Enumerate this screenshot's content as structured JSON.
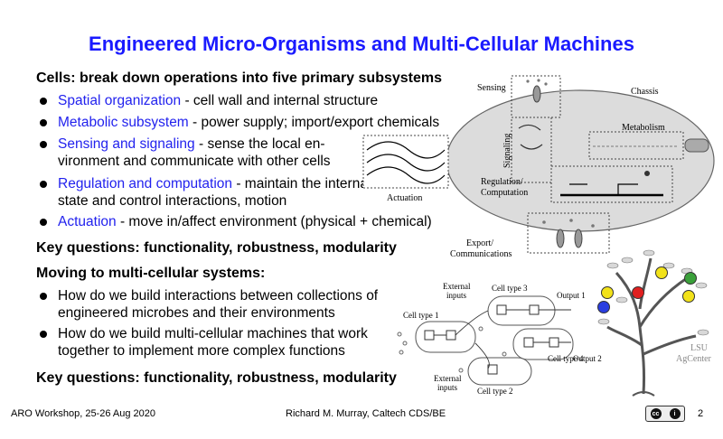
{
  "title": "Engineered Micro-Organisms and Multi-Cellular Machines",
  "cells_heading": "Cells: break down operations into five primary subsystems",
  "subsystems": [
    {
      "name": "Spatial organization",
      "desc": " - cell wall and internal structure"
    },
    {
      "name": "Metabolic subsystem",
      "desc": " - power supply; import/export chemicals"
    },
    {
      "name": "Sensing and signaling",
      "desc": " - sense the local en-vironment and communicate with other cells"
    },
    {
      "name": "Regulation and computation",
      "desc": " - maintain the internal state and control interactions, motion"
    },
    {
      "name": "Actuation",
      "desc": " - move in/affect environment (physical + chemical)"
    }
  ],
  "key_questions": "Key questions: functionality, robustness, modularity",
  "multi_heading": "Moving to multi-cellular systems:",
  "multi_items": [
    "How do we build interactions between collections of engineered microbes and their environments",
    "How do we build multi-cellular machines that work together to implement more complex functions"
  ],
  "footer": {
    "left": "ARO Workshop, 25-26 Aug 2020",
    "center": "Richard M. Murray, Caltech CDS/BE",
    "page": "2",
    "license_badge": "cc-by-badge"
  },
  "cell_diagram": {
    "sensing": "Sensing",
    "chassis": "Chassis",
    "metabolism": "Metabolism",
    "signaling": "Signaling",
    "regulation": "Regulation/",
    "computation": "Computation",
    "actuation": "Actuation",
    "export": "Export/",
    "communications": "Communications"
  },
  "network_diagram": {
    "external_inputs_top_1": "External",
    "external_inputs_top_2": "inputs",
    "cell_type_1": "Cell type 1",
    "cell_type_2": "Cell type 2",
    "cell_type_3": "Cell type 3",
    "cell_type_4": "Cell type 4",
    "output_1": "Output 1",
    "output_2": "Output 2",
    "external_inputs_bottom_1": "External",
    "external_inputs_bottom_2": "inputs"
  },
  "tree": {
    "line1": "LSU",
    "line2": "AgCenter"
  }
}
